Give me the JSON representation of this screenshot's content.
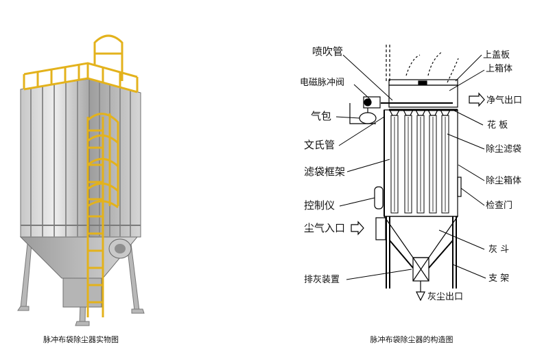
{
  "photo": {
    "caption": "脉冲布袋除尘器实物图"
  },
  "diagram": {
    "caption": "脉冲布袋除尘器的构造图",
    "labels_left": [
      "喷吹管",
      "电磁脉冲阀",
      "气包",
      "文氏管",
      "滤袋框架",
      "控制仪",
      "尘气入口",
      "排灰装置"
    ],
    "labels_right": [
      "上盖板",
      "上箱体",
      "净气出口",
      "花 板",
      "除尘滤袋",
      "除尘箱体",
      "检查门",
      "灰 斗",
      "支 架"
    ],
    "bottom_label": "灰尘出口"
  },
  "colors": {
    "steel_light": "#d9d9d9",
    "steel_dark": "#8a8a8a",
    "ladder_yellow": "#e3b21c",
    "line": "#000000"
  }
}
